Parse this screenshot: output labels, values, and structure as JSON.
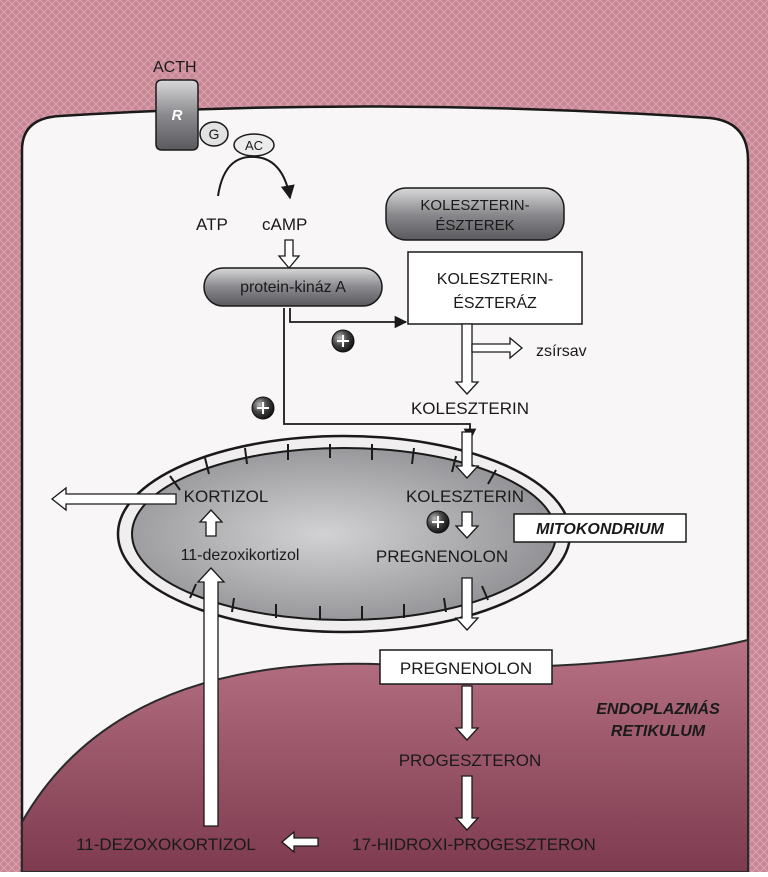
{
  "labels": {
    "acth": "ACTH",
    "receptor": "R",
    "g_protein": "G",
    "adenylate_cyclase": "AC",
    "atp": "ATP",
    "camp": "cAMP",
    "protein_kinase": "protein-kináz A",
    "cholesterol_esters_line1": "KOLESZTERIN-",
    "cholesterol_esters_line2": "ÉSZTEREK",
    "esterase_line1": "KOLESZTERIN-",
    "esterase_line2": "ÉSZTERÁZ",
    "fatty_acid": "zsírsav",
    "cholesterol": "KOLESZTERIN",
    "cholesterol_mito": "KOLESZTERIN",
    "cortisol": "KORTIZOL",
    "deoxycortisol": "11-dezoxikortizol",
    "pregnenolone_mito": "PREGNENOLON",
    "mitochondrion": "MITOKONDRIUM",
    "pregnenolone_er": "PREGNENOLON",
    "er_line1": "ENDOPLAZMÁS",
    "er_line2": "RETIKULUM",
    "progesterone": "PROGESZTERON",
    "hydroxyprogesterone": "17-HIDROXI-PROGESZTERON",
    "deoxycortisol_er": "11-DEZOXOKORTIZOL"
  },
  "colors": {
    "background": "#c98695",
    "cell_fill": "#f8f6f6",
    "er_fill": "#9a4f62",
    "mito_fill": "#b9b9bb",
    "pill_dark": "#6f6f73",
    "stroke": "#1a1a1a"
  }
}
